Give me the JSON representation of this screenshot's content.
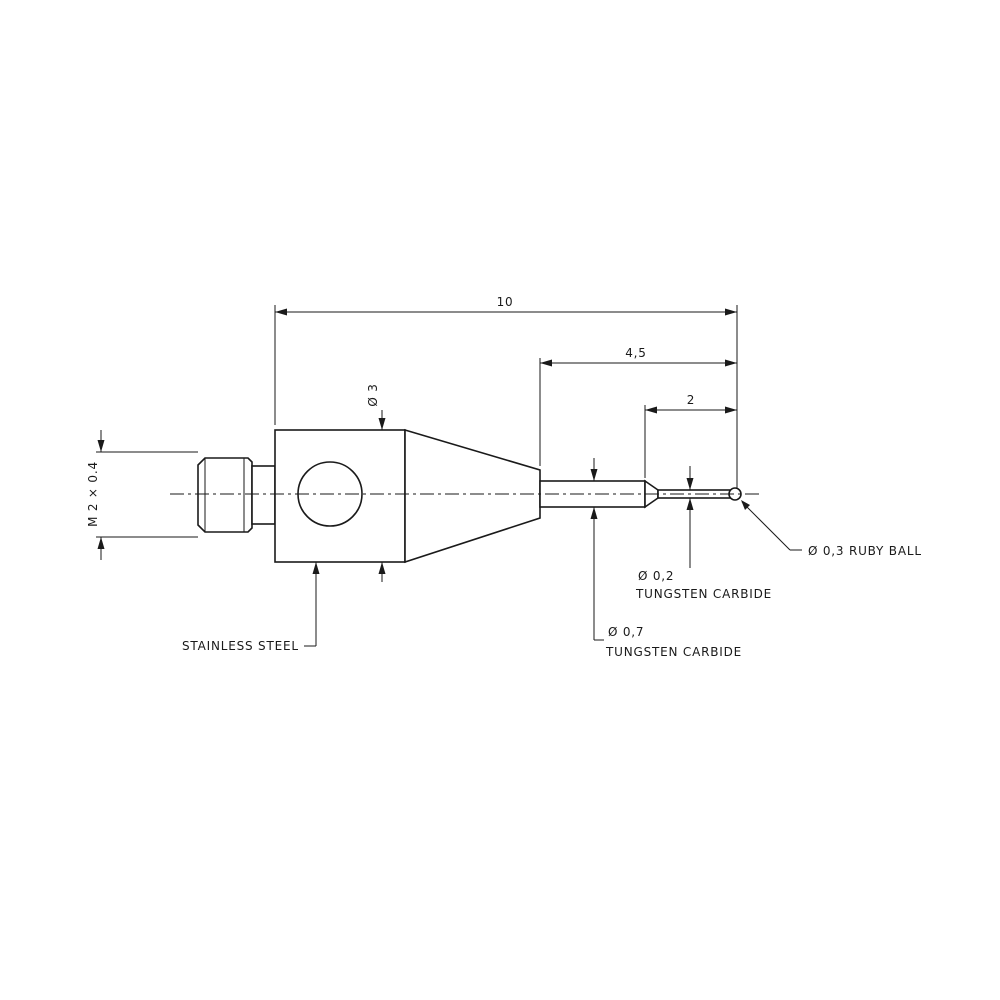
{
  "drawing": {
    "dimensions": {
      "overall_length": "10",
      "tip_length": "4,5",
      "stem_length": "2",
      "thread": "M 2 × 0.4",
      "body_diameter": "Ø 3"
    },
    "callouts": {
      "ruby_ball": "Ø 0,3 RUBY BALL",
      "stem_diameter": "Ø 0,2",
      "stem_material": "TUNGSTEN CARBIDE",
      "shaft_diameter": "Ø 0,7",
      "shaft_material": "TUNGSTEN CARBIDE",
      "body_material": "STAINLESS STEEL"
    },
    "colors": {
      "line": "#1a1a1a",
      "background": "#ffffff"
    }
  }
}
